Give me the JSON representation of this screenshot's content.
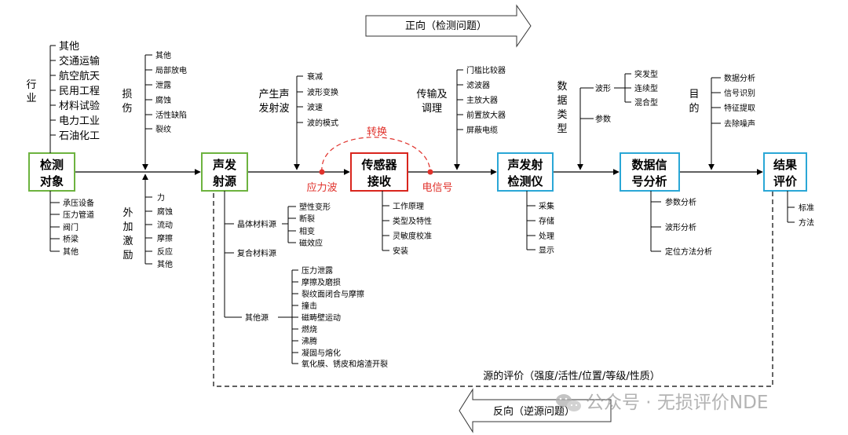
{
  "top_arrow": "正向（检测问题）",
  "bottom_arrow": "反向（逆源问题）",
  "feedback_label": "源的评价（强度/活性/位置/等级/性质）",
  "watermark": "公众号 · 无损评价NDE",
  "boxes": {
    "object": [
      "检测",
      "对象"
    ],
    "source": [
      "声发",
      "射源"
    ],
    "sensor": [
      "传感器",
      "接收"
    ],
    "instrument": [
      "声发射",
      "检测仪"
    ],
    "analysis": [
      "数据信",
      "号分析"
    ],
    "result": [
      "结果",
      "评价"
    ]
  },
  "box_colors": {
    "green": "#6db33f",
    "red": "#d9251d",
    "blue": "#2aa7d6"
  },
  "signals": {
    "convert": "转换",
    "stress_wave": "应力波",
    "electric_signal": "电信号"
  },
  "industry": {
    "label": "行业",
    "items": [
      "其他",
      "交通运输",
      "航空航天",
      "民用工程",
      "材料试验",
      "电力工业",
      "石油化工"
    ]
  },
  "objects": {
    "items": [
      "承压设备",
      "压力管道",
      "阀门",
      "桥梁",
      "其他"
    ]
  },
  "damage": {
    "label": "损伤",
    "items": [
      "其他",
      "局部放电",
      "泄露",
      "腐蚀",
      "活性缺陷",
      "裂纹"
    ]
  },
  "excitation": {
    "label": "外加激励",
    "items": [
      "力",
      "腐蚀",
      "流动",
      "摩擦",
      "反应",
      "其他"
    ]
  },
  "generation": {
    "label": [
      "产生声",
      "发射波"
    ],
    "items": [
      "衰减",
      "波形变换",
      "波速",
      "波的模式"
    ]
  },
  "sources": {
    "crystal": {
      "label": "晶体材料源",
      "items": [
        "塑性变形",
        "断裂",
        "相变",
        "磁效应"
      ]
    },
    "composite": {
      "label": "复合材料源"
    },
    "other": {
      "label": "其他源",
      "items": [
        "压力泄露",
        "摩擦及磨损",
        "裂纹面闭合与摩擦",
        "撞击",
        "磁畴壁运动",
        "燃烧",
        "沸腾",
        "凝固与熔化",
        "氧化膜、锈皮和熔渣开裂"
      ]
    }
  },
  "sensor_items": [
    "工作原理",
    "类型及特性",
    "灵敏度校准",
    "安装"
  ],
  "conditioning": {
    "label": [
      "传输及",
      "调理"
    ],
    "items": [
      "门槛比较器",
      "滤波器",
      "主放大器",
      "前置放大器",
      "屏蔽电缆"
    ]
  },
  "instrument_items": [
    "采集",
    "存储",
    "处理",
    "显示"
  ],
  "data_type": {
    "label": "数据类型",
    "waveform": "波形",
    "waveform_items": [
      "突发型",
      "连续型",
      "混合型"
    ],
    "params": "参数"
  },
  "analysis_items": [
    "参数分析",
    "波形分析",
    "定位方法分析"
  ],
  "purpose": {
    "label": "目的",
    "items": [
      "数据分析",
      "信号识别",
      "特征提取",
      "去除噪声"
    ]
  },
  "result_items": [
    "标准",
    "方法"
  ]
}
